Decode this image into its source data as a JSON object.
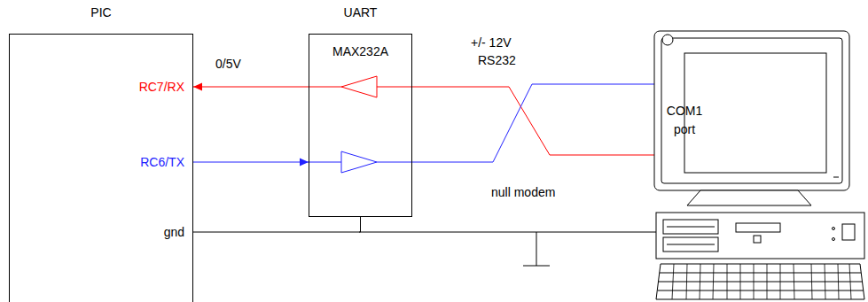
{
  "diagram": {
    "nodes": [
      {
        "text": [
          "PIC"
        ]
      },
      {
        "text": [
          "UART",
          "MAX232A"
        ]
      }
    ],
    "edges": [
      {
        "from": 1,
        "to": 0,
        "arrow": "to"
      },
      {
        "from": 0,
        "to": 1,
        "arrow": "to"
      },
      {
        "from": 0,
        "to": 1,
        "arrow": "none"
      }
    ],
    "labels": [
      "0/5V",
      "RC7/RX",
      "RC6/TX",
      "gnd",
      "+/- 12V",
      "RS232",
      "COM1 port",
      "null modem"
    ]
  }
}
